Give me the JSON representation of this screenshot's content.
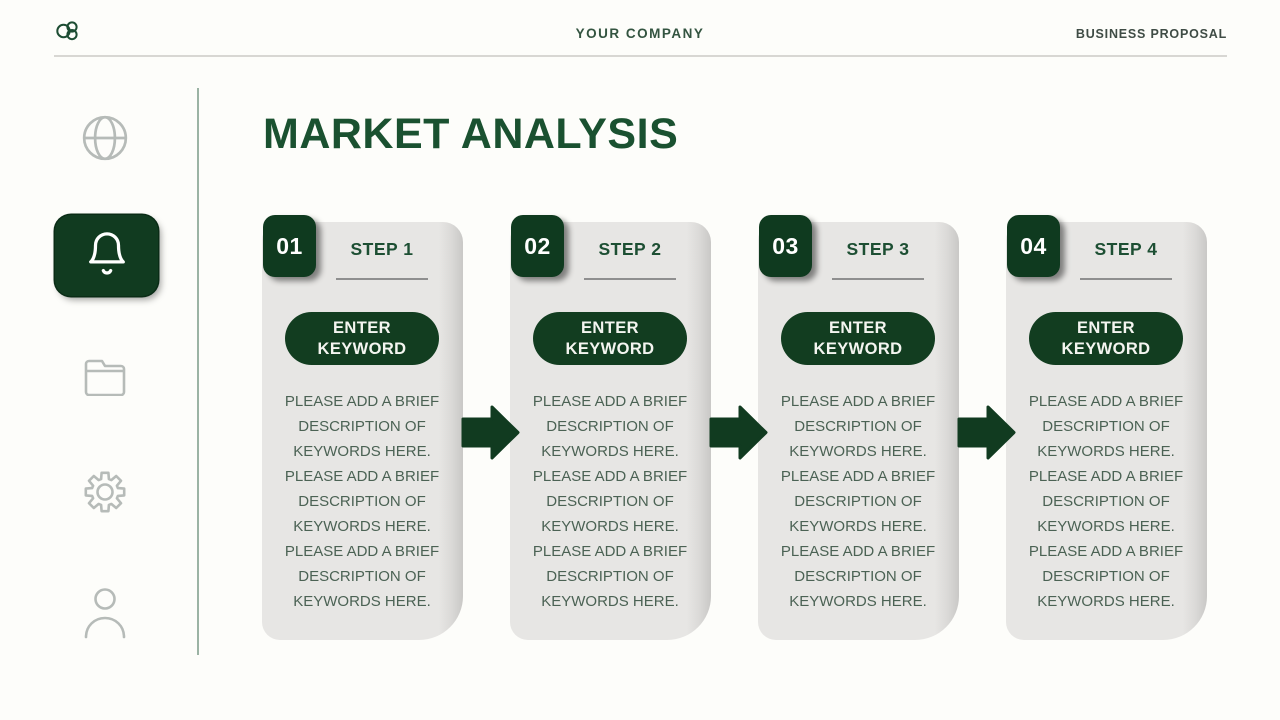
{
  "header": {
    "company": "YOUR COMPANY",
    "doc_type": "BUSINESS PROPOSAL",
    "logo_icon": "trefoil-rings-logo"
  },
  "sidebar": {
    "items": [
      {
        "icon": "globe-icon",
        "active": false
      },
      {
        "icon": "bell-icon",
        "active": true
      },
      {
        "icon": "folder-icon",
        "active": false
      },
      {
        "icon": "gear-icon",
        "active": false
      },
      {
        "icon": "user-icon",
        "active": false
      }
    ]
  },
  "main": {
    "title": "MARKET ANALYSIS"
  },
  "steps": [
    {
      "number": "01",
      "label": "STEP 1",
      "button": "ENTER\nKEYWORD",
      "description": "PLEASE ADD A BRIEF\nDESCRIPTION OF\nKEYWORDS HERE.\nPLEASE ADD A BRIEF\nDESCRIPTION OF\nKEYWORDS HERE.\nPLEASE ADD A BRIEF\nDESCRIPTION OF\nKEYWORDS HERE."
    },
    {
      "number": "02",
      "label": "STEP 2",
      "button": "ENTER\nKEYWORD",
      "description": "PLEASE ADD A BRIEF\nDESCRIPTION OF\nKEYWORDS HERE.\nPLEASE ADD A BRIEF\nDESCRIPTION OF\nKEYWORDS HERE.\nPLEASE ADD A BRIEF\nDESCRIPTION OF\nKEYWORDS HERE."
    },
    {
      "number": "03",
      "label": "STEP 3",
      "button": "ENTER\nKEYWORD",
      "description": "PLEASE ADD A BRIEF\nDESCRIPTION OF\nKEYWORDS HERE.\nPLEASE ADD A BRIEF\nDESCRIPTION OF\nKEYWORDS HERE.\nPLEASE ADD A BRIEF\nDESCRIPTION OF\nKEYWORDS HERE."
    },
    {
      "number": "04",
      "label": "STEP 4",
      "button": "ENTER\nKEYWORD",
      "description": "PLEASE ADD A BRIEF\nDESCRIPTION OF\nKEYWORDS HERE.\nPLEASE ADD A BRIEF\nDESCRIPTION OF\nKEYWORDS HERE.\nPLEASE ADD A BRIEF\nDESCRIPTION OF\nKEYWORDS HERE."
    }
  ],
  "colors": {
    "accent_green": "#113b20",
    "title_green": "#1a5130",
    "card_background": "#e7e6e4",
    "body_text": "#4b6254",
    "icon_gray": "#b6bbb8",
    "divider_green": "#9bb3a4"
  }
}
